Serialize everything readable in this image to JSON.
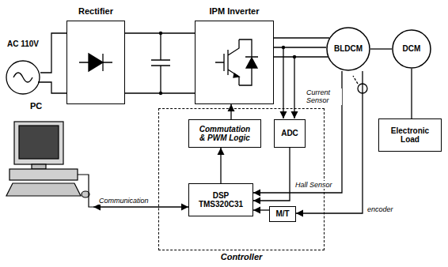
{
  "diagram": {
    "nodes": [
      {
        "text": [
          "AC 110V"
        ]
      },
      {
        "text": [
          "Rectifier"
        ]
      },
      {
        "text": [
          "IPM Inverter"
        ]
      },
      {
        "text": [
          "BLDCM"
        ]
      },
      {
        "text": [
          "DCM"
        ]
      },
      {
        "text": [
          "Electronic Load"
        ]
      },
      {
        "text": [
          "PC"
        ]
      },
      {
        "text": [
          "Controller"
        ]
      },
      {
        "text": [
          "Commutation & PWM Logic"
        ],
        "in": 7
      },
      {
        "text": [
          "ADC"
        ],
        "in": 7
      },
      {
        "text": [
          "DSP TMS320C31"
        ],
        "in": 7
      },
      {
        "text": [
          "M/T"
        ],
        "in": 7
      }
    ],
    "edges": [
      {
        "from": 0,
        "to": 1,
        "arrow": "none"
      },
      {
        "from": 1,
        "to": 2,
        "arrow": "none"
      },
      {
        "from": 2,
        "to": 3,
        "arrow": "none"
      },
      {
        "from": 3,
        "to": 4,
        "arrow": "none"
      },
      {
        "from": 4,
        "to": 5,
        "arrow": "none"
      },
      {
        "from": 8,
        "to": 2,
        "arrow": "to"
      },
      {
        "from": 10,
        "to": 8,
        "arrow": "to"
      },
      {
        "from": 9,
        "to": 10,
        "arrow": "to"
      },
      {
        "from": 3,
        "to": 10,
        "arrow": "to",
        "label": "Hall Sensor"
      },
      {
        "from": 3,
        "to": 11,
        "arrow": "to",
        "label": "encoder"
      },
      {
        "from": 11,
        "to": 10,
        "arrow": "to"
      },
      {
        "from": 6,
        "to": 10,
        "arrow": "both",
        "label": "Communication"
      }
    ],
    "labels": [
      "Current Sensor"
    ]
  }
}
